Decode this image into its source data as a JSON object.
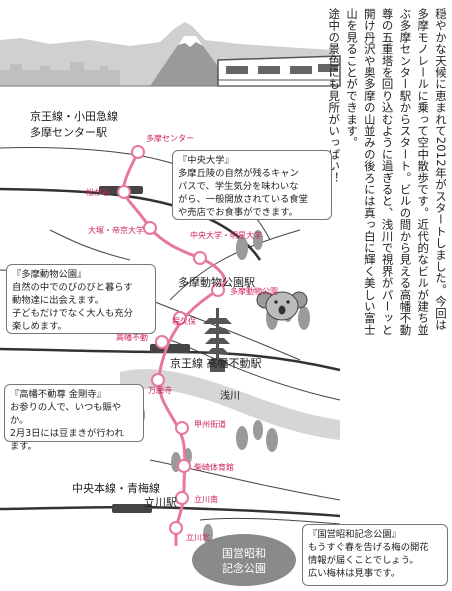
{
  "colors": {
    "monorail": "#e8779a",
    "station_text": "#cc2255",
    "river": "#d6d6d6",
    "sky": "#d0d0d0",
    "park": "#8a8a8a"
  },
  "intro": {
    "paragraph_1": "穏やかな天候に恵まれて2012年がスタートしました。今回は多摩モノレールに乗って空中散歩です。近代的なビルが建ち並ぶ多摩センター駅からスタート。ビルの間から見える高幡不動尊の五重塔を回り込むように過ぎると、浅川で視界がパーッと開け丹沢や奥多摩の山並みの後ろには真っ白に輝く美しい富士山を見ることができます。",
    "paragraph_2": "途中の景色にも見所がいっぱい！"
  },
  "lines": {
    "keio_odakyu": "京王線・小田急線",
    "tama_center_station": "多摩センター駅",
    "tama_dobutsukoen_station": "多摩動物公園駅",
    "keio_takahatafudo": "京王線 高幡不動駅",
    "chuo_ome": "中央本線・青梅線",
    "tachikawa_station": "立川駅"
  },
  "stations": [
    "多摩センター",
    "松が谷",
    "大塚・帝京大学",
    "中央大学・明星大学",
    "多摩動物公園",
    "程久保",
    "高幡不動",
    "万願寺",
    "甲州街道",
    "柴崎体育館",
    "立川南",
    "立川北"
  ],
  "river": "浅川",
  "park_label": [
    "国営昭和",
    "記念公園"
  ],
  "boxes": {
    "chuo": {
      "title": "『中央大学』",
      "lines": [
        "多摩丘陵の自然が残るキャン",
        "パスで、学生気分を味わいな",
        "がら、一般開放されている食堂",
        "や売店でお食事ができます。"
      ]
    },
    "zoo": {
      "title": "『多摩動物公園』",
      "lines": [
        "自然の中でのびのびと暮らす",
        "動物達に出会えます。",
        "子どもだけでなく大人も充分",
        "楽しめます。"
      ]
    },
    "temple": {
      "title": "『高幡不動尊 金剛寺』",
      "lines": [
        "お参りの人で、いつも賑やか。",
        "2月3日には豆まきが行われ",
        "ます。"
      ]
    },
    "showa": {
      "title": "『国営昭和記念公園』",
      "lines": [
        "もうすぐ春を告げる梅の開花",
        "情報が届くことでしょう。",
        "広い梅林は見事です。"
      ]
    }
  }
}
